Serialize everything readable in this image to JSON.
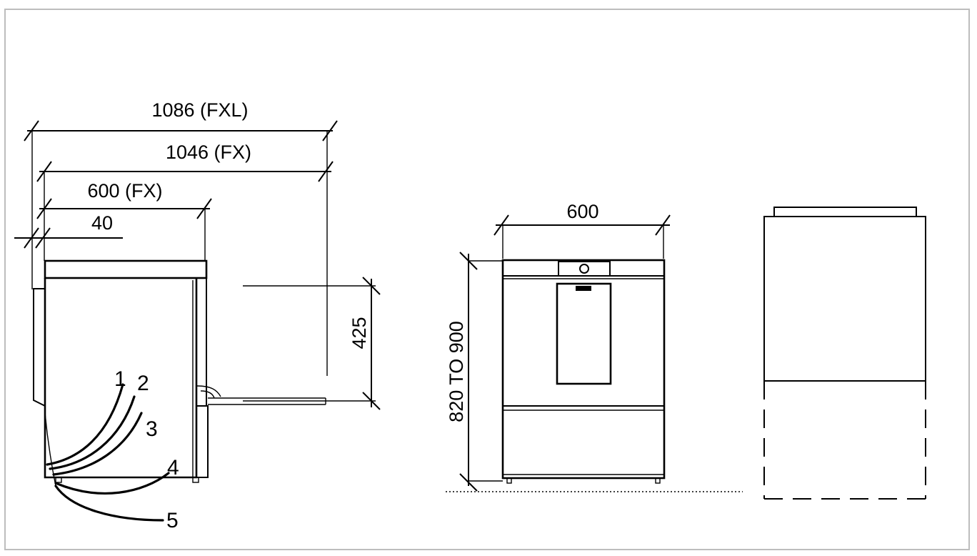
{
  "dimensions": {
    "d1086": "1086 (FXL)",
    "d1046": "1046 (FX)",
    "d600fx": "600 (FX)",
    "d40": "40",
    "d425": "425",
    "d600": "600",
    "dheight": "820 TO 900"
  },
  "connections": [
    "1",
    "2",
    "3",
    "4",
    "5"
  ]
}
